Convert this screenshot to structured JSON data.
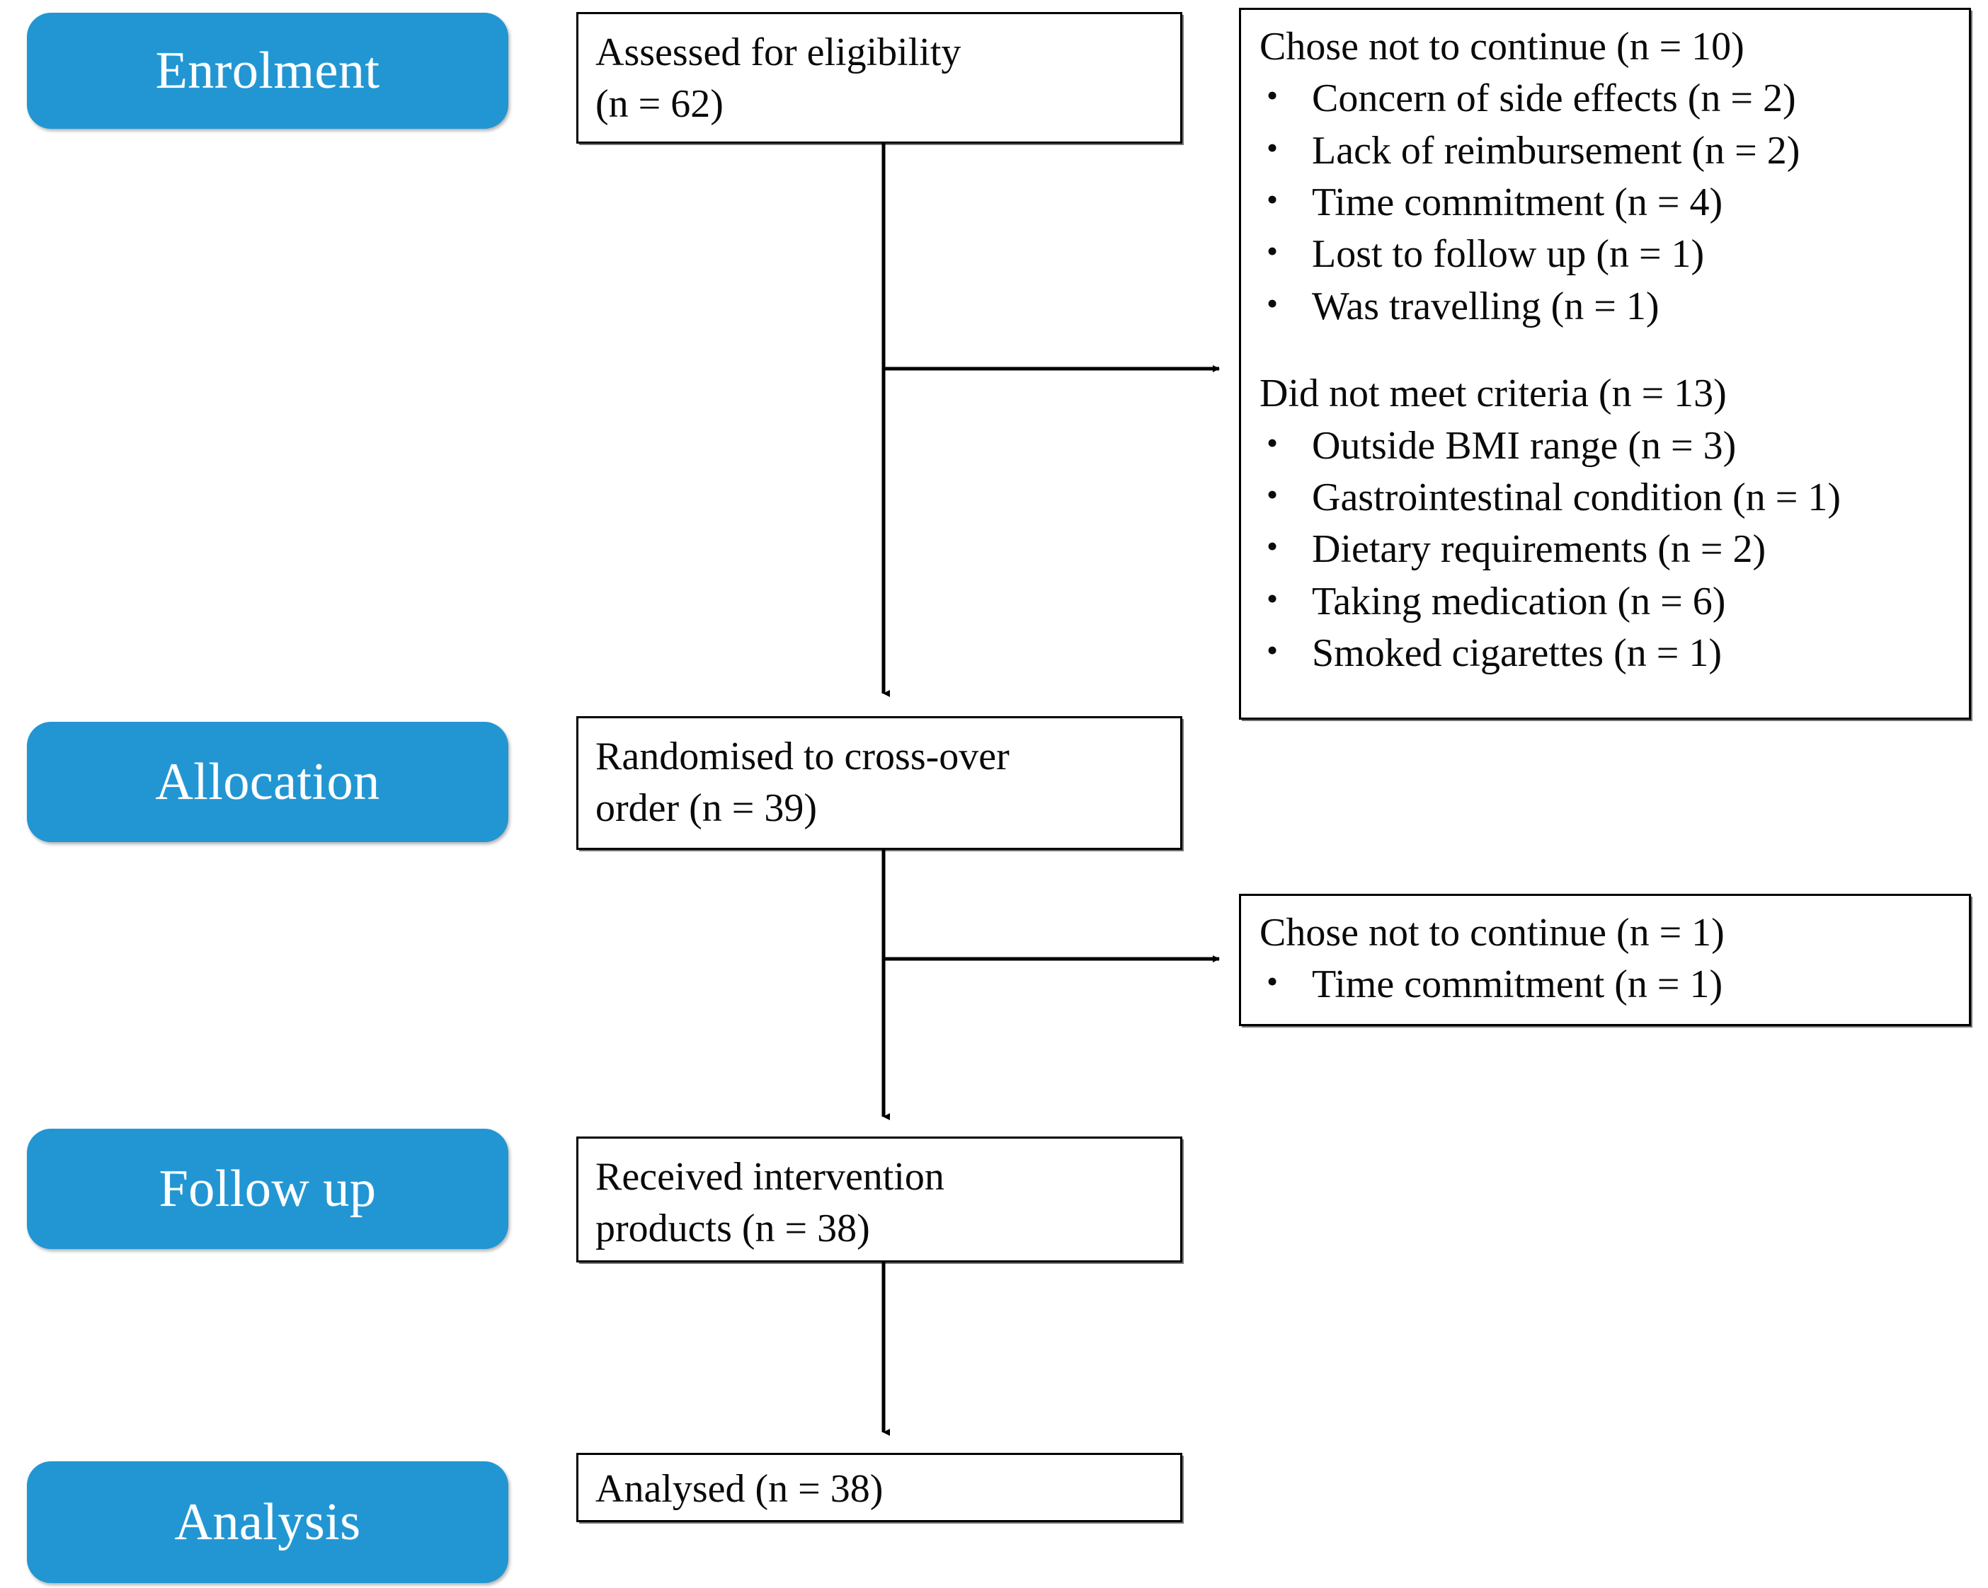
{
  "diagram": {
    "title": "CONSORT participant flow diagram",
    "accent_color": "#2196D3",
    "box_border_color": "#000000",
    "background_color": "#FFFFFF"
  },
  "stages": [
    {
      "key": "enrolment",
      "label": "Enrolment"
    },
    {
      "key": "allocation",
      "label": "Allocation"
    },
    {
      "key": "followup",
      "label": "Follow up"
    },
    {
      "key": "analysis",
      "label": "Analysis"
    }
  ],
  "flow_boxes": {
    "assessed": {
      "line1": "Assessed for eligibility",
      "line2": "(n = 62)"
    },
    "randomised": {
      "line1": "Randomised to cross-over",
      "line2": "order (n = 39)"
    },
    "received": {
      "line1": "Received intervention",
      "line2": "products (n = 38)"
    },
    "analysed": {
      "line1": "Analysed (n = 38)"
    }
  },
  "exclusion_box_1": {
    "group_a": {
      "heading": "Chose not to continue (n = 10)",
      "items": [
        "Concern of side effects (n = 2)",
        "Lack of reimbursement (n = 2)",
        "Time commitment (n = 4)",
        "Lost to follow up (n = 1)",
        "Was travelling (n = 1)"
      ]
    },
    "group_b": {
      "heading": "Did not meet criteria (n = 13)",
      "items": [
        "Outside BMI range (n = 3)",
        "Gastrointestinal condition (n = 1)",
        "Dietary requirements (n = 2)",
        "Taking medication (n = 6)",
        "Smoked cigarettes (n = 1)"
      ]
    }
  },
  "exclusion_box_2": {
    "group_a": {
      "heading": "Chose not to continue (n = 1)",
      "items": [
        "Time commitment (n = 1)"
      ]
    }
  },
  "bullet_glyph": "•"
}
